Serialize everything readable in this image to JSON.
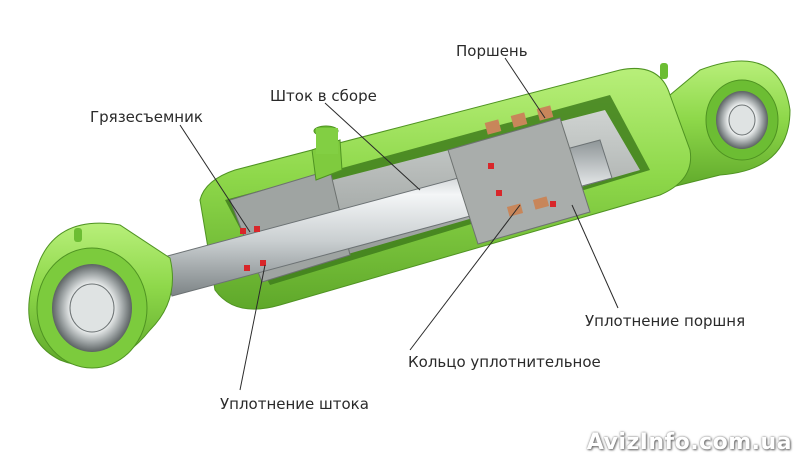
{
  "labels": {
    "piston": "Поршень",
    "rod_assembly": "Шток в сборе",
    "wiper": "Грязесъемник",
    "piston_seal": "Уплотнение поршня",
    "sealing_ring": "Кольцо уплотнительное",
    "rod_seal": "Уплотнение штока"
  },
  "watermark": "AvizInfo.com.ua",
  "colors": {
    "body_green": "#8ed84a",
    "body_green_dark": "#5fa82a",
    "inner_grey": "#b9bcbb",
    "rod_metal": "#d4d8da",
    "seal_red": "#d8262a",
    "bronze": "#c8865a"
  }
}
